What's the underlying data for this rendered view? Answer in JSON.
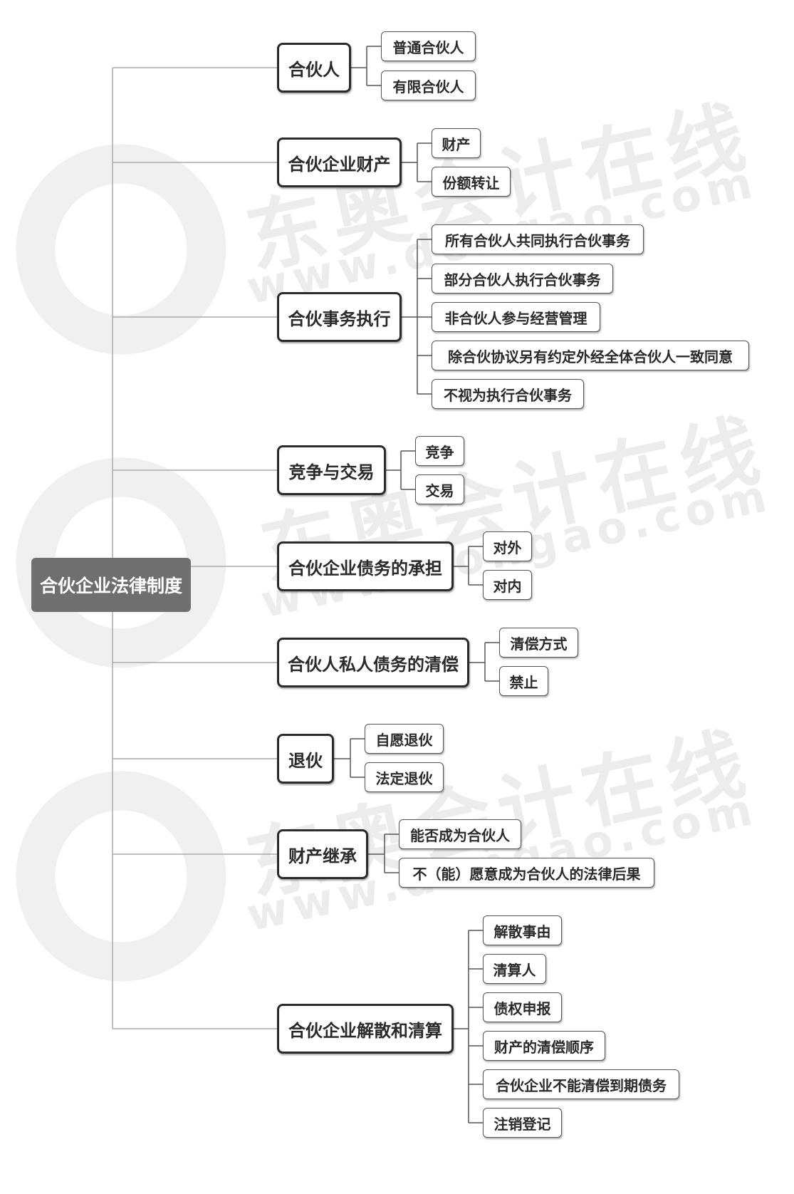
{
  "watermark": {
    "brand_cn": "东奥会计在线",
    "brand_url": "www.dongao.com"
  },
  "root": {
    "label": "合伙企业法律制度"
  },
  "branches": [
    {
      "label": "合伙人",
      "children": [
        "普通合伙人",
        "有限合伙人"
      ]
    },
    {
      "label": "合伙企业财产",
      "children": [
        "财产",
        "份额转让"
      ]
    },
    {
      "label": "合伙事务执行",
      "children": [
        "所有合伙人共同执行合伙事务",
        "部分合伙人执行合伙事务",
        "非合伙人参与经营管理",
        "除合伙协议另有约定外经全体合伙人一致同意",
        "不视为执行合伙事务"
      ]
    },
    {
      "label": "竞争与交易",
      "children": [
        "竞争",
        "交易"
      ]
    },
    {
      "label": "合伙企业债务的承担",
      "children": [
        "对外",
        "对内"
      ]
    },
    {
      "label": "合伙人私人债务的清偿",
      "children": [
        "清偿方式",
        "禁止"
      ]
    },
    {
      "label": "退伙",
      "children": [
        "自愿退伙",
        "法定退伙"
      ]
    },
    {
      "label": "财产继承",
      "children": [
        "能否成为合伙人",
        "不（能）愿意成为合伙人的法律后果"
      ]
    },
    {
      "label": "合伙企业解散和清算",
      "children": [
        "解散事由",
        "清算人",
        "债权申报",
        "财产的清偿顺序",
        "合伙企业不能清偿到期债务",
        "注销登记"
      ]
    }
  ]
}
